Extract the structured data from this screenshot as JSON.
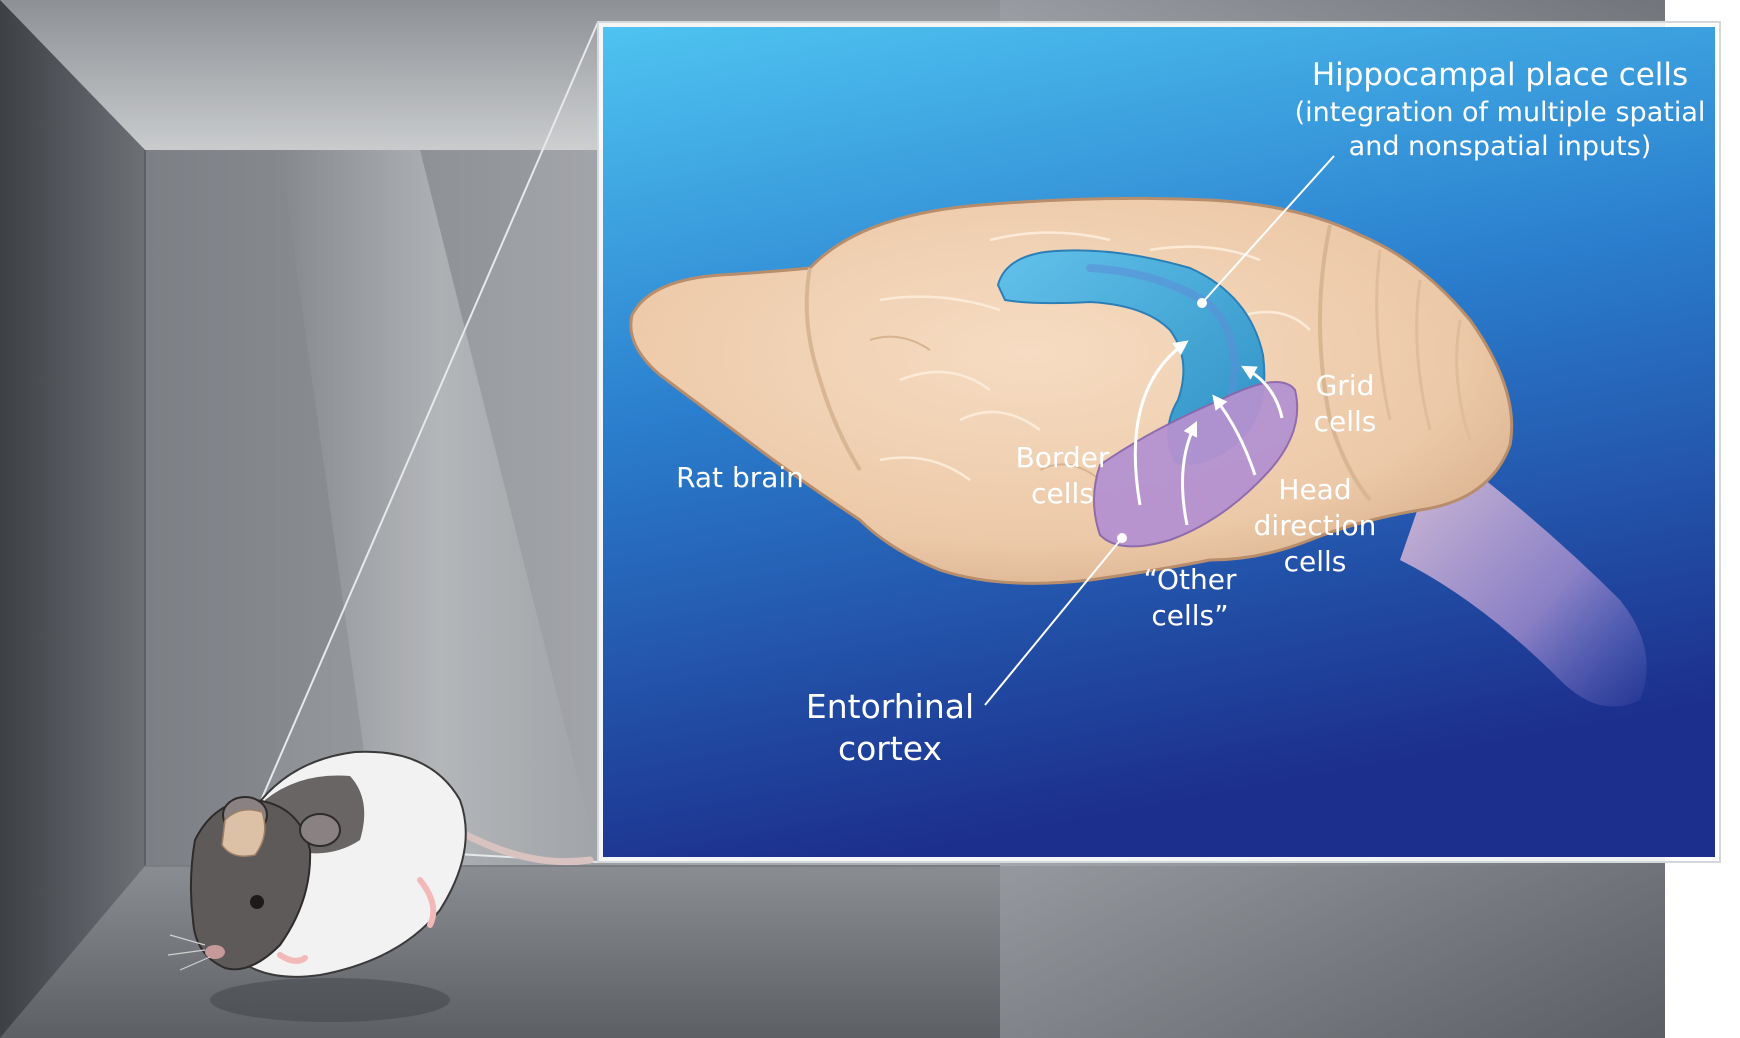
{
  "labels": {
    "hippocampus_title": "Hippocampal place cells",
    "hippocampus_note_line1": "(integration of multiple spatial",
    "hippocampus_note_line2": "and nonspatial inputs)",
    "rat_brain": "Rat brain",
    "grid_line1": "Grid",
    "grid_line2": "cells",
    "border_line1": "Border",
    "border_line2": "cells",
    "head_line1": "Head",
    "head_line2": "direction",
    "head_line3": "cells",
    "other_line1": "“Other",
    "other_line2": "cells”",
    "entorhinal_line1": "Entorhinal",
    "entorhinal_line2": "cortex"
  },
  "colors": {
    "panel_top": "#4ec3f0",
    "panel_bottom": "#1c2f8c",
    "brain": "#ecc9a8",
    "hippocampus": "#3fa6d6",
    "entorhinal_cortex": "#b592d0",
    "room_wall": "#8e9196"
  },
  "icons": {
    "animal": "rat-illustration",
    "organ": "brain-illustration"
  }
}
